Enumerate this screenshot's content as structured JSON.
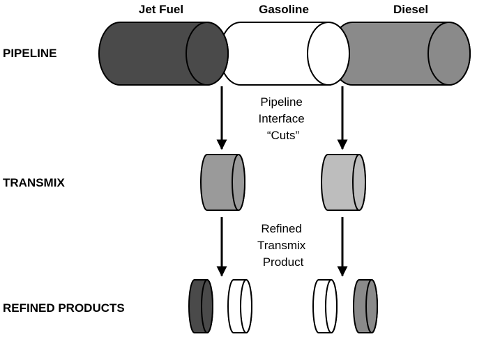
{
  "products": {
    "jet_fuel": "Jet Fuel",
    "gasoline": "Gasoline",
    "diesel": "Diesel"
  },
  "stages": {
    "pipeline": "PIPELINE",
    "transmix": "TRANSMIX",
    "refined_products": "REFINED PRODUCTS"
  },
  "notes": {
    "interface_cuts": [
      "Pipeline",
      "Interface",
      "“Cuts”"
    ],
    "refined_transmix": [
      "Refined",
      "Transmix",
      "Product"
    ]
  },
  "colors": {
    "jet_fuel": "#4a4a4a",
    "gasoline": "#ffffff",
    "diesel": "#8a8a8a",
    "transmix_left": "#9a9a9a",
    "transmix_right": "#bdbdbd"
  }
}
